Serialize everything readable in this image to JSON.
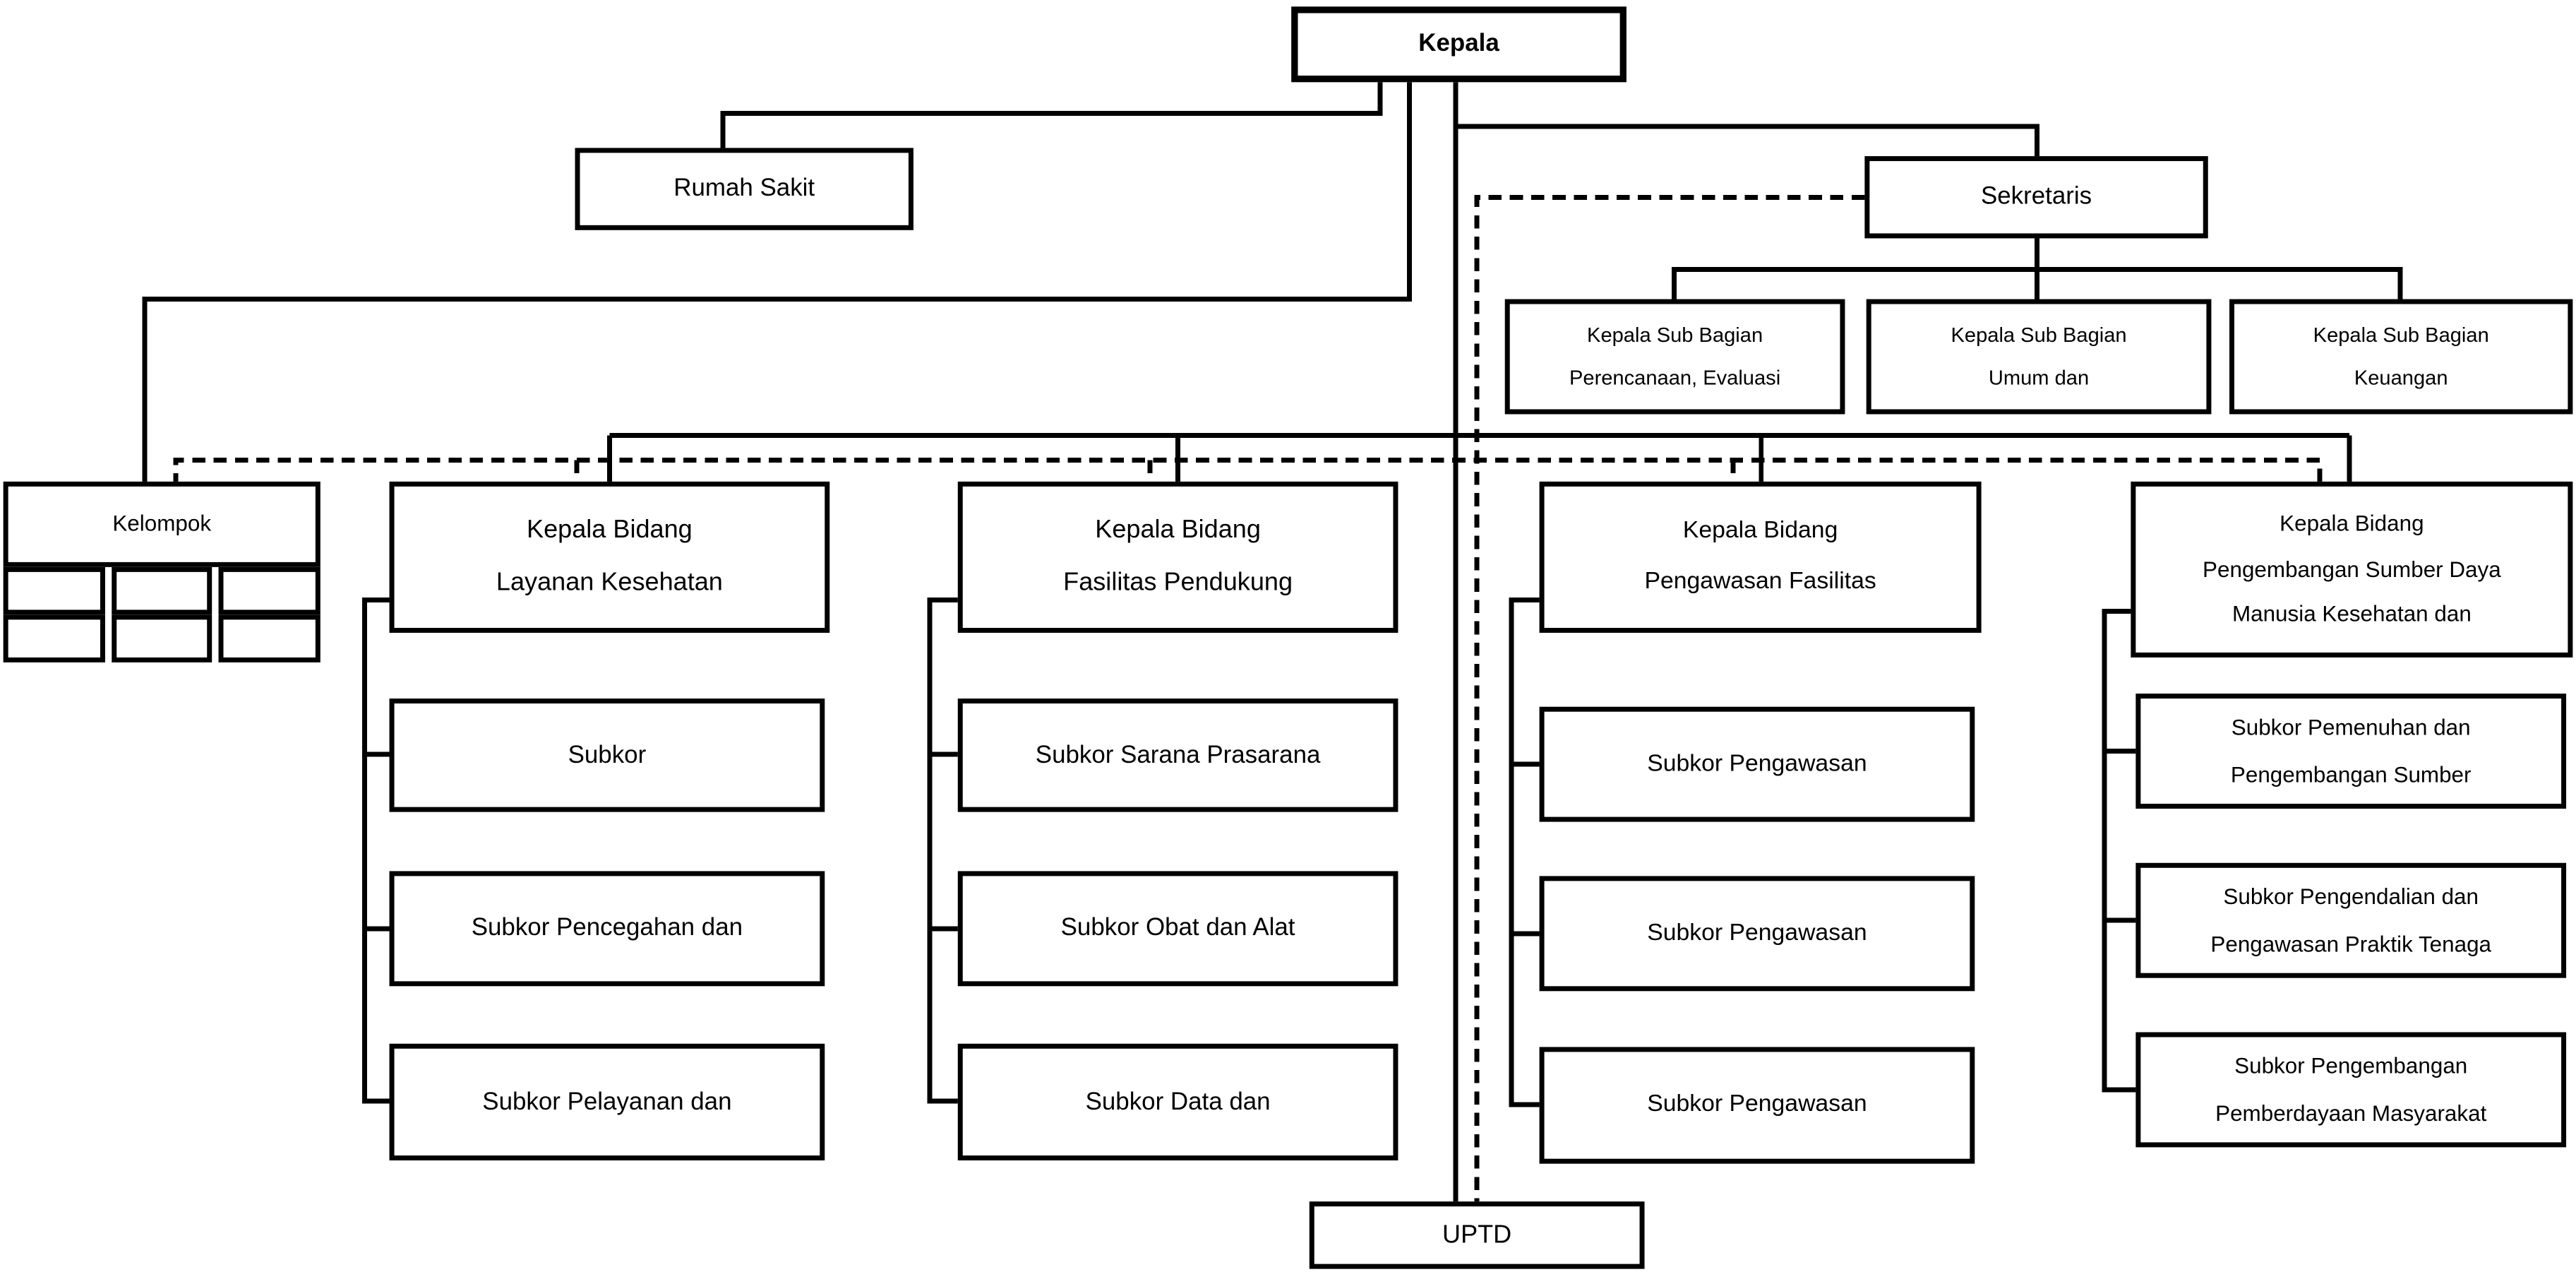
{
  "diagram": {
    "kepala": {
      "label": "Kepala"
    },
    "rumah_sakit": {
      "label": "Rumah Sakit"
    },
    "sekretaris": {
      "label": "Sekretaris"
    },
    "sub_bagian": [
      {
        "lines": [
          "Kepala Sub Bagian",
          "Perencanaan, Evaluasi"
        ]
      },
      {
        "lines": [
          "Kepala Sub Bagian",
          "Umum dan"
        ]
      },
      {
        "lines": [
          "Kepala Sub Bagian",
          "Keuangan"
        ]
      }
    ],
    "kelompok": {
      "label": "Kelompok",
      "table": {
        "rows": 2,
        "cols": 3
      }
    },
    "bidang": [
      {
        "lines": [
          "Kepala Bidang",
          "Layanan Kesehatan"
        ],
        "subkor": [
          {
            "lines": [
              "Subkor"
            ]
          },
          {
            "lines": [
              "Subkor Pencegahan dan"
            ]
          },
          {
            "lines": [
              "Subkor Pelayanan dan"
            ]
          }
        ]
      },
      {
        "lines": [
          "Kepala Bidang",
          "Fasilitas Pendukung"
        ],
        "subkor": [
          {
            "lines": [
              "Subkor Sarana Prasarana"
            ]
          },
          {
            "lines": [
              "Subkor Obat dan Alat"
            ]
          },
          {
            "lines": [
              "Subkor Data dan"
            ]
          }
        ]
      },
      {
        "lines": [
          "Kepala Bidang",
          "Pengawasan Fasilitas"
        ],
        "subkor": [
          {
            "lines": [
              "Subkor Pengawasan"
            ]
          },
          {
            "lines": [
              "Subkor Pengawasan"
            ]
          },
          {
            "lines": [
              "Subkor Pengawasan"
            ]
          }
        ]
      },
      {
        "lines": [
          "Kepala Bidang",
          "Pengembangan Sumber Daya",
          "Manusia Kesehatan dan"
        ],
        "subkor": [
          {
            "lines": [
              "Subkor Pemenuhan dan",
              "Pengembangan Sumber"
            ]
          },
          {
            "lines": [
              "Subkor Pengendalian dan",
              "Pengawasan Praktik Tenaga"
            ]
          },
          {
            "lines": [
              "Subkor Pengembangan",
              "Pemberdayaan Masyarakat"
            ]
          }
        ]
      }
    ],
    "uptd": {
      "label": "UPTD"
    },
    "styles": {
      "line_color": "#000000",
      "box_background": "#ffffff",
      "text_color": "#000000",
      "dashed_pattern": "8 5"
    }
  }
}
